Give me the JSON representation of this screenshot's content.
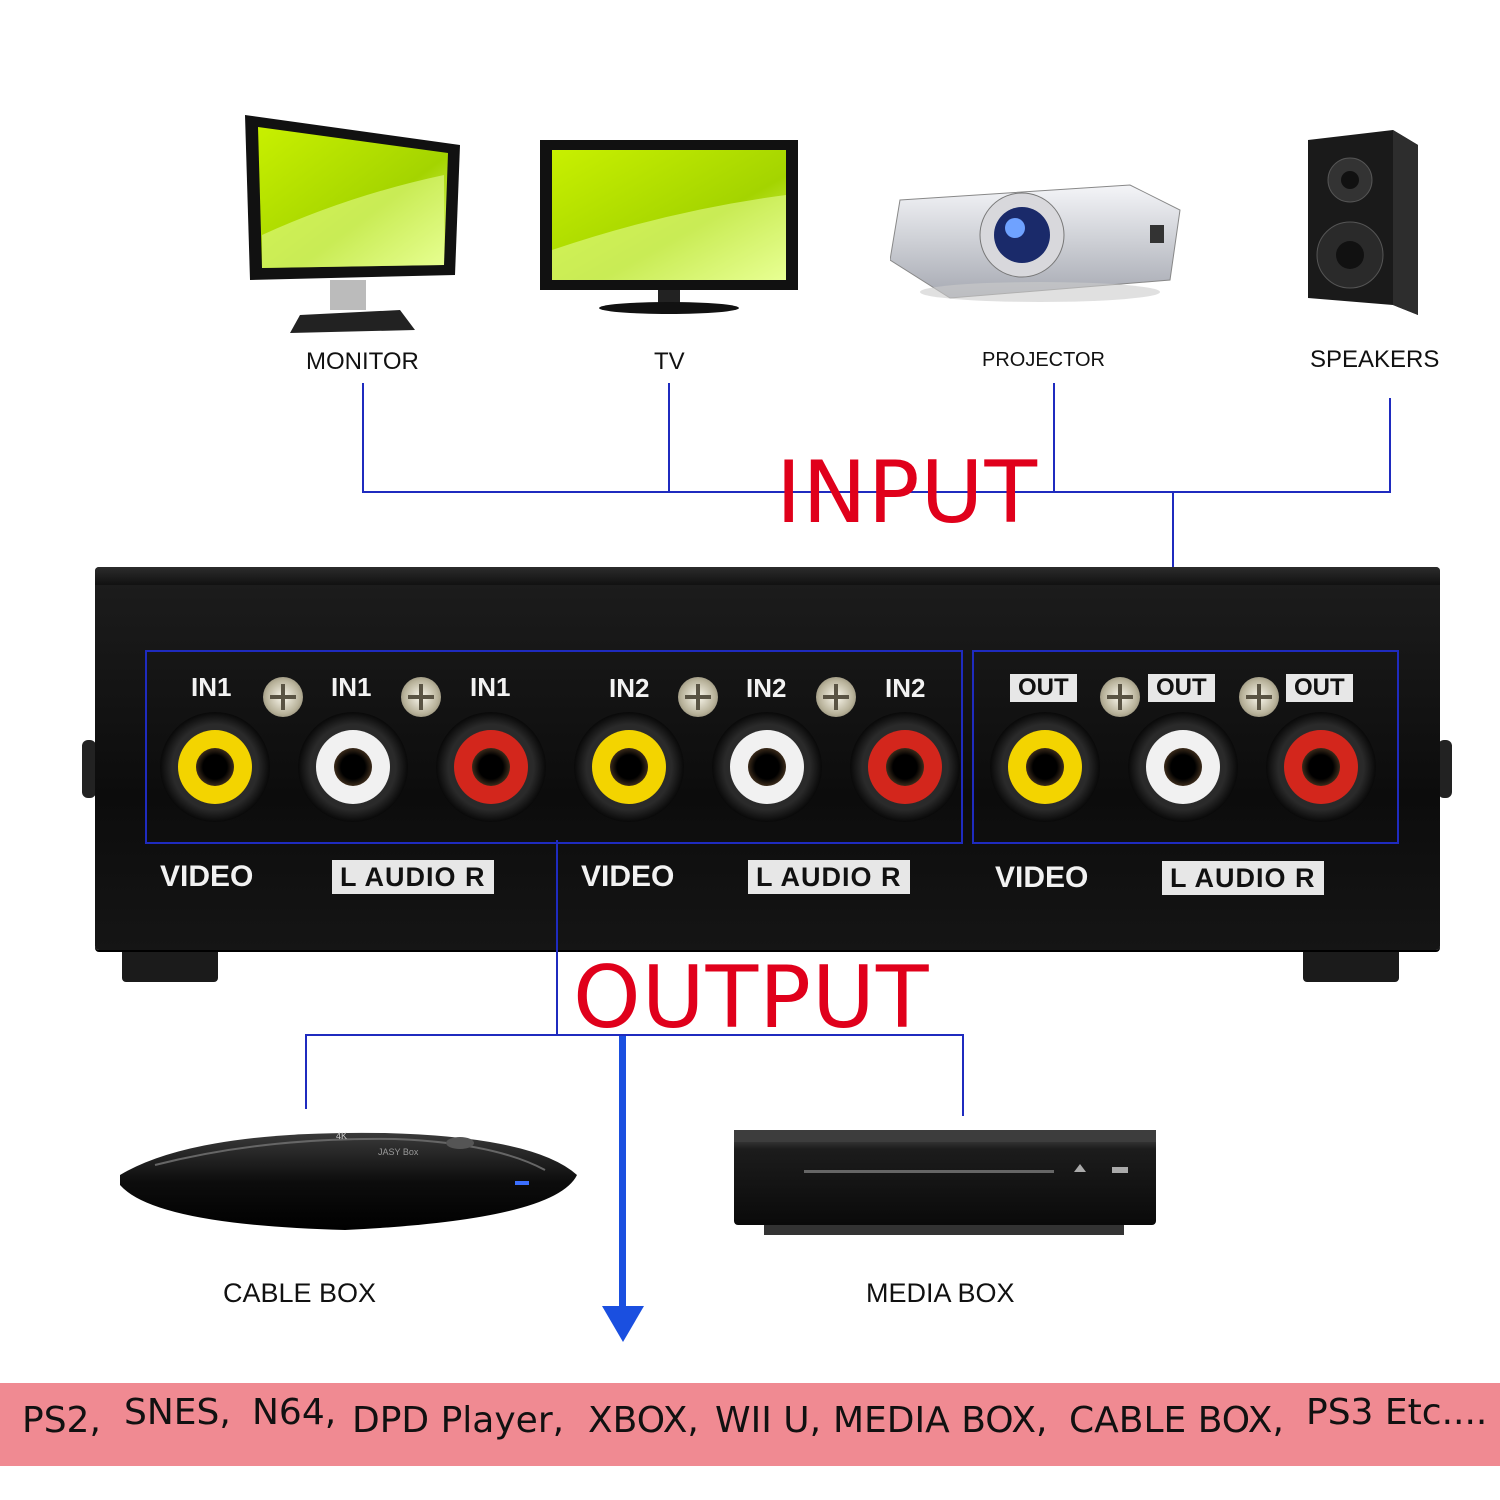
{
  "devices_top": {
    "monitor": "MONITOR",
    "tv": "TV",
    "projector": "PROJECTOR",
    "speakers": "SPEAKERS"
  },
  "devices_bottom": {
    "cable_box": "CABLE BOX",
    "media_box": "MEDIA BOX",
    "cable_box_brand": "JASY Box",
    "cable_box_badge": "4K"
  },
  "labels": {
    "input": "INPUT",
    "output": "OUTPUT"
  },
  "switch_panel": {
    "in1": "IN1",
    "in2": "IN2",
    "out": "OUT",
    "video": "VIDEO",
    "audio": "L  AUDIO R"
  },
  "banner": {
    "items": [
      "PS2,",
      "SNES,",
      "N64,",
      "DPD Player,",
      "XBOX,",
      "WII U,",
      "MEDIA BOX,",
      "CABLE BOX,",
      "PS3 Etc...."
    ]
  },
  "colors": {
    "wire": "#1f2bbf",
    "accent_red": "#e0001b",
    "banner_bg": "#f08a92",
    "port_yellow": "#f3d400",
    "port_white": "#f1f1f1",
    "port_red": "#d3261c"
  }
}
